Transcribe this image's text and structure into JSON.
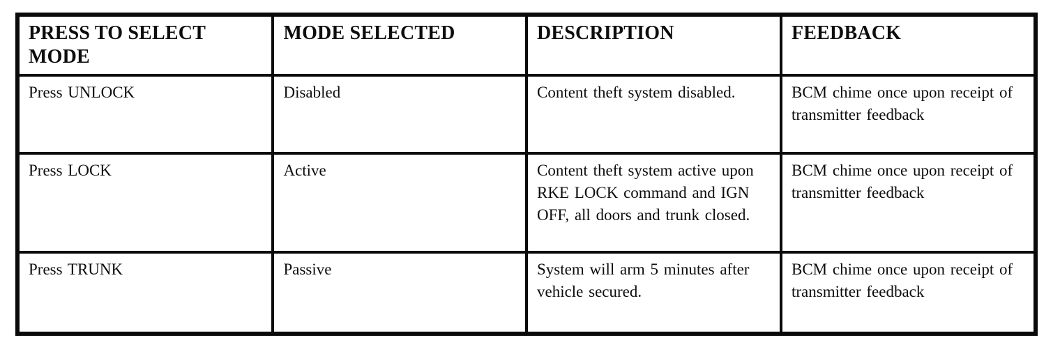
{
  "colors": {
    "border": "#0a0a0a",
    "text": "#0d0d0d",
    "background": "#ffffff"
  },
  "table": {
    "headers": [
      "PRESS TO SELECT MODE",
      "MODE SELECTED",
      "DESCRIPTION",
      "FEEDBACK"
    ],
    "rows": [
      {
        "press_to_select_mode": "Press UNLOCK",
        "mode_selected": "Disabled",
        "description": "Content theft system disabled.",
        "feedback": "BCM chime once upon receipt of transmitter feedback"
      },
      {
        "press_to_select_mode": "Press LOCK",
        "mode_selected": "Active",
        "description": "Content theft system active upon RKE LOCK command and IGN OFF, all doors and trunk closed.",
        "feedback": "BCM chime once upon receipt of transmitter feedback"
      },
      {
        "press_to_select_mode": "Press TRUNK",
        "mode_selected": "Passive",
        "description": "System will arm 5 minutes after vehicle secured.",
        "feedback": "BCM chime once upon receipt of transmitter feedback"
      }
    ]
  }
}
